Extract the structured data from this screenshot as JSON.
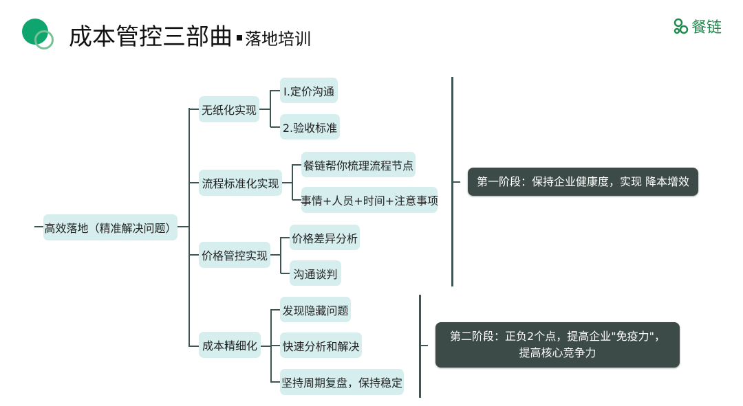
{
  "header": {
    "title": "成本管控三部曲",
    "subtitle": "落地培训",
    "logo_text": "餐链"
  },
  "root": "高效落地（精准解决问题）",
  "branches": [
    {
      "label": "无纸化实现",
      "children": [
        "I.定价沟通",
        "2.验收标准"
      ]
    },
    {
      "label": "流程标准化实现",
      "children": [
        "餐链帮你梳理流程节点",
        "事情+人员+时间+注意事项"
      ]
    },
    {
      "label": "价格管控实现",
      "children": [
        "价格差异分析",
        "沟通谈判"
      ]
    },
    {
      "label": "成本精细化",
      "children": [
        "发现隐藏问题",
        "快速分析和解决",
        "坚持周期复盘，保持稳定"
      ]
    }
  ],
  "stages": [
    "第一阶段：保持企业健康度，实现 降本增效",
    "第二阶段：正负2个点，提高企业\"免疫力\"，提高核心竞争力"
  ]
}
